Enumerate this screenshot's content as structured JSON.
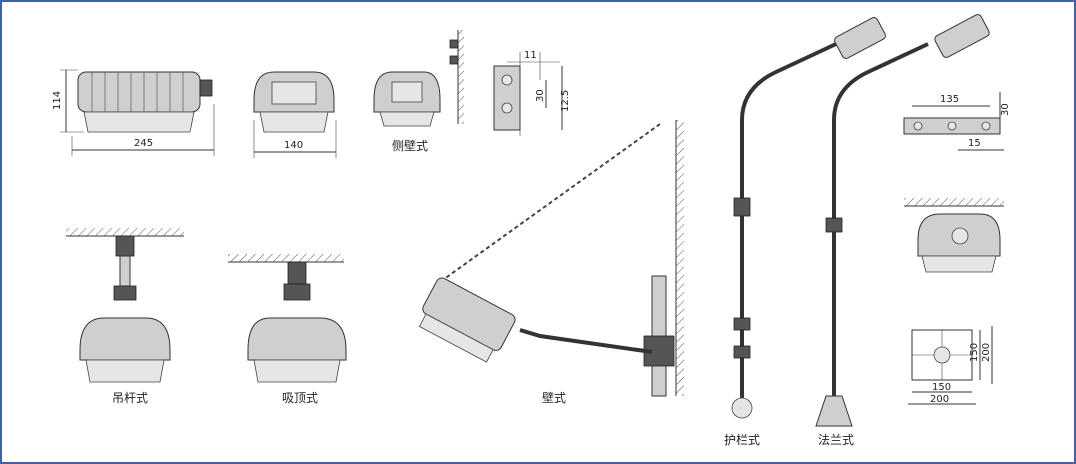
{
  "dimensions": {
    "height_114": "114",
    "width_245": "245",
    "width_140": "140",
    "bracket_11": "11",
    "bracket_30": "30",
    "bracket_12_5": "12.5",
    "plate_135": "135",
    "plate_30": "30",
    "plate_15": "15",
    "flange_150_v": "150",
    "flange_200_v": "200",
    "flange_150_h": "150",
    "flange_200_h": "200"
  },
  "captions": {
    "side_wall": "侧壁式",
    "pendant": "吊杆式",
    "ceiling": "吸顶式",
    "wall": "壁式",
    "guardrail": "护栏式",
    "flange": "法兰式"
  }
}
